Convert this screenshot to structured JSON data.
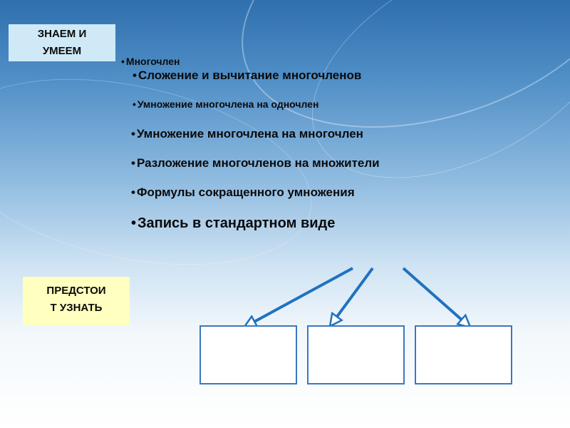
{
  "labels": {
    "know_line1": "ЗНАЕМ И",
    "know_line2": "УМЕЕМ",
    "todo_line1": "ПРЕДСТОИ",
    "todo_line2": "Т УЗНАТЬ"
  },
  "bullet_char": "•",
  "bullets": [
    "Многочлен",
    "Сложение и вычитание многочленов",
    "Умножение многочлена на одночлен",
    "Умножение многочлена на многочлен",
    "Разложение многочленов на множители",
    "Формулы сокращенного умножения",
    "Запись в стандартном виде"
  ],
  "colors": {
    "know_box_bg": "#cfe9f7",
    "todo_box_bg": "#ffffc0",
    "arrow": "#1f72c0",
    "box_border": "#3a78c0"
  },
  "icons": [
    "arrow-icon",
    "arrow-icon",
    "arrow-icon"
  ]
}
